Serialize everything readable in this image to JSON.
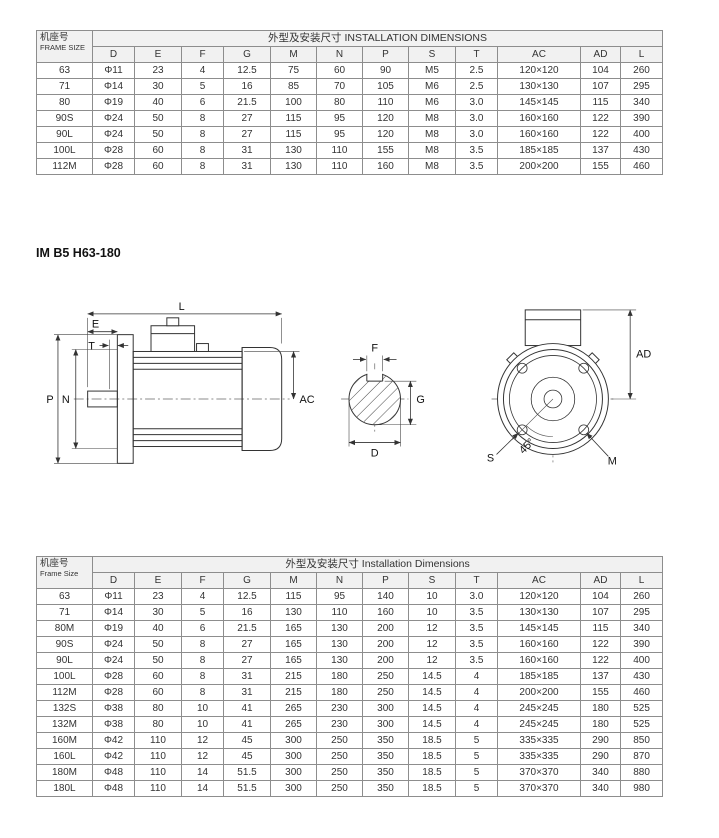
{
  "section": {
    "heading": "IM B5 H63-180"
  },
  "tables": {
    "t1": {
      "frame_cn": "机座号",
      "frame_en": "FRAME SIZE",
      "span_header": "外型及安装尺寸 INSTALLATION DIMENSIONS",
      "columns": [
        "D",
        "E",
        "F",
        "G",
        "M",
        "N",
        "P",
        "S",
        "T",
        "AC",
        "AD",
        "L"
      ],
      "rows": [
        [
          "63",
          "Φ11",
          "23",
          "4",
          "12.5",
          "75",
          "60",
          "90",
          "M5",
          "2.5",
          "120×120",
          "104",
          "260"
        ],
        [
          "71",
          "Φ14",
          "30",
          "5",
          "16",
          "85",
          "70",
          "105",
          "M6",
          "2.5",
          "130×130",
          "107",
          "295"
        ],
        [
          "80",
          "Φ19",
          "40",
          "6",
          "21.5",
          "100",
          "80",
          "110",
          "M6",
          "3.0",
          "145×145",
          "115",
          "340"
        ],
        [
          "90S",
          "Φ24",
          "50",
          "8",
          "27",
          "115",
          "95",
          "120",
          "M8",
          "3.0",
          "160×160",
          "122",
          "390"
        ],
        [
          "90L",
          "Φ24",
          "50",
          "8",
          "27",
          "115",
          "95",
          "120",
          "M8",
          "3.0",
          "160×160",
          "122",
          "400"
        ],
        [
          "100L",
          "Φ28",
          "60",
          "8",
          "31",
          "130",
          "110",
          "155",
          "M8",
          "3.5",
          "185×185",
          "137",
          "430"
        ],
        [
          "112M",
          "Φ28",
          "60",
          "8",
          "31",
          "130",
          "110",
          "160",
          "M8",
          "3.5",
          "200×200",
          "155",
          "460"
        ]
      ]
    },
    "t2": {
      "frame_cn": "机座号",
      "frame_en": "Frame Size",
      "span_header": "外型及安装尺寸 Installation Dimensions",
      "columns": [
        "D",
        "E",
        "F",
        "G",
        "M",
        "N",
        "P",
        "S",
        "T",
        "AC",
        "AD",
        "L"
      ],
      "rows": [
        [
          "63",
          "Φ11",
          "23",
          "4",
          "12.5",
          "115",
          "95",
          "140",
          "10",
          "3.0",
          "120×120",
          "104",
          "260"
        ],
        [
          "71",
          "Φ14",
          "30",
          "5",
          "16",
          "130",
          "110",
          "160",
          "10",
          "3.5",
          "130×130",
          "107",
          "295"
        ],
        [
          "80M",
          "Φ19",
          "40",
          "6",
          "21.5",
          "165",
          "130",
          "200",
          "12",
          "3.5",
          "145×145",
          "115",
          "340"
        ],
        [
          "90S",
          "Φ24",
          "50",
          "8",
          "27",
          "165",
          "130",
          "200",
          "12",
          "3.5",
          "160×160",
          "122",
          "390"
        ],
        [
          "90L",
          "Φ24",
          "50",
          "8",
          "27",
          "165",
          "130",
          "200",
          "12",
          "3.5",
          "160×160",
          "122",
          "400"
        ],
        [
          "100L",
          "Φ28",
          "60",
          "8",
          "31",
          "215",
          "180",
          "250",
          "14.5",
          "4",
          "185×185",
          "137",
          "430"
        ],
        [
          "112M",
          "Φ28",
          "60",
          "8",
          "31",
          "215",
          "180",
          "250",
          "14.5",
          "4",
          "200×200",
          "155",
          "460"
        ],
        [
          "132S",
          "Φ38",
          "80",
          "10",
          "41",
          "265",
          "230",
          "300",
          "14.5",
          "4",
          "245×245",
          "180",
          "525"
        ],
        [
          "132M",
          "Φ38",
          "80",
          "10",
          "41",
          "265",
          "230",
          "300",
          "14.5",
          "4",
          "245×245",
          "180",
          "525"
        ],
        [
          "160M",
          "Φ42",
          "110",
          "12",
          "45",
          "300",
          "250",
          "350",
          "18.5",
          "5",
          "335×335",
          "290",
          "850"
        ],
        [
          "160L",
          "Φ42",
          "110",
          "12",
          "45",
          "300",
          "250",
          "350",
          "18.5",
          "5",
          "335×335",
          "290",
          "870"
        ],
        [
          "180M",
          "Φ48",
          "110",
          "14",
          "51.5",
          "300",
          "250",
          "350",
          "18.5",
          "5",
          "370×370",
          "340",
          "880"
        ],
        [
          "180L",
          "Φ48",
          "110",
          "14",
          "51.5",
          "300",
          "250",
          "350",
          "18.5",
          "5",
          "370×370",
          "340",
          "980"
        ]
      ]
    }
  },
  "diagram": {
    "labels": {
      "L": "L",
      "E": "E",
      "T": "T",
      "P": "P",
      "N": "N",
      "AC": "AC",
      "F": "F",
      "G": "G",
      "D": "D",
      "AD": "AD",
      "S": "S",
      "M": "M",
      "angle": "45°"
    }
  }
}
